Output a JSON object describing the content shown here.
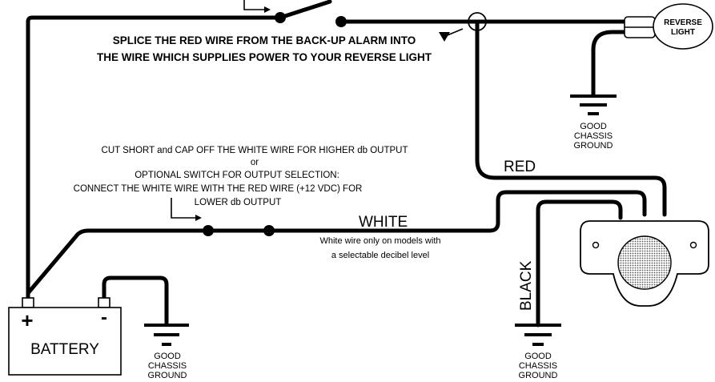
{
  "splice_note": {
    "line1": "SPLICE THE RED WIRE FROM THE BACK-UP ALARM INTO",
    "line2": "THE WIRE WHICH SUPPLIES POWER TO YOUR REVERSE LIGHT"
  },
  "output_note": {
    "line1": "CUT SHORT and CAP OFF THE WHITE WIRE FOR HIGHER db OUTPUT",
    "line2": "or",
    "line3": "OPTIONAL SWITCH FOR OUTPUT SELECTION:",
    "line4": "CONNECT THE WHITE  WIRE WITH THE RED WIRE (+12 VDC) FOR",
    "line5": "LOWER db OUTPUT"
  },
  "white_note": {
    "line1": "White wire only on models with",
    "line2": "a selectable decibel level"
  },
  "wire_labels": {
    "red": "RED",
    "white": "WHITE",
    "black": "BLACK"
  },
  "battery": {
    "label": "BATTERY",
    "positive": "+",
    "negative": "-"
  },
  "reverse_light": {
    "line1": "REVERSE",
    "line2": "LIGHT"
  },
  "ground_label": {
    "line1": "GOOD",
    "line2": "CHASSIS",
    "line3": "GROUND"
  },
  "colors": {
    "line": "#000000",
    "background": "#ffffff"
  }
}
